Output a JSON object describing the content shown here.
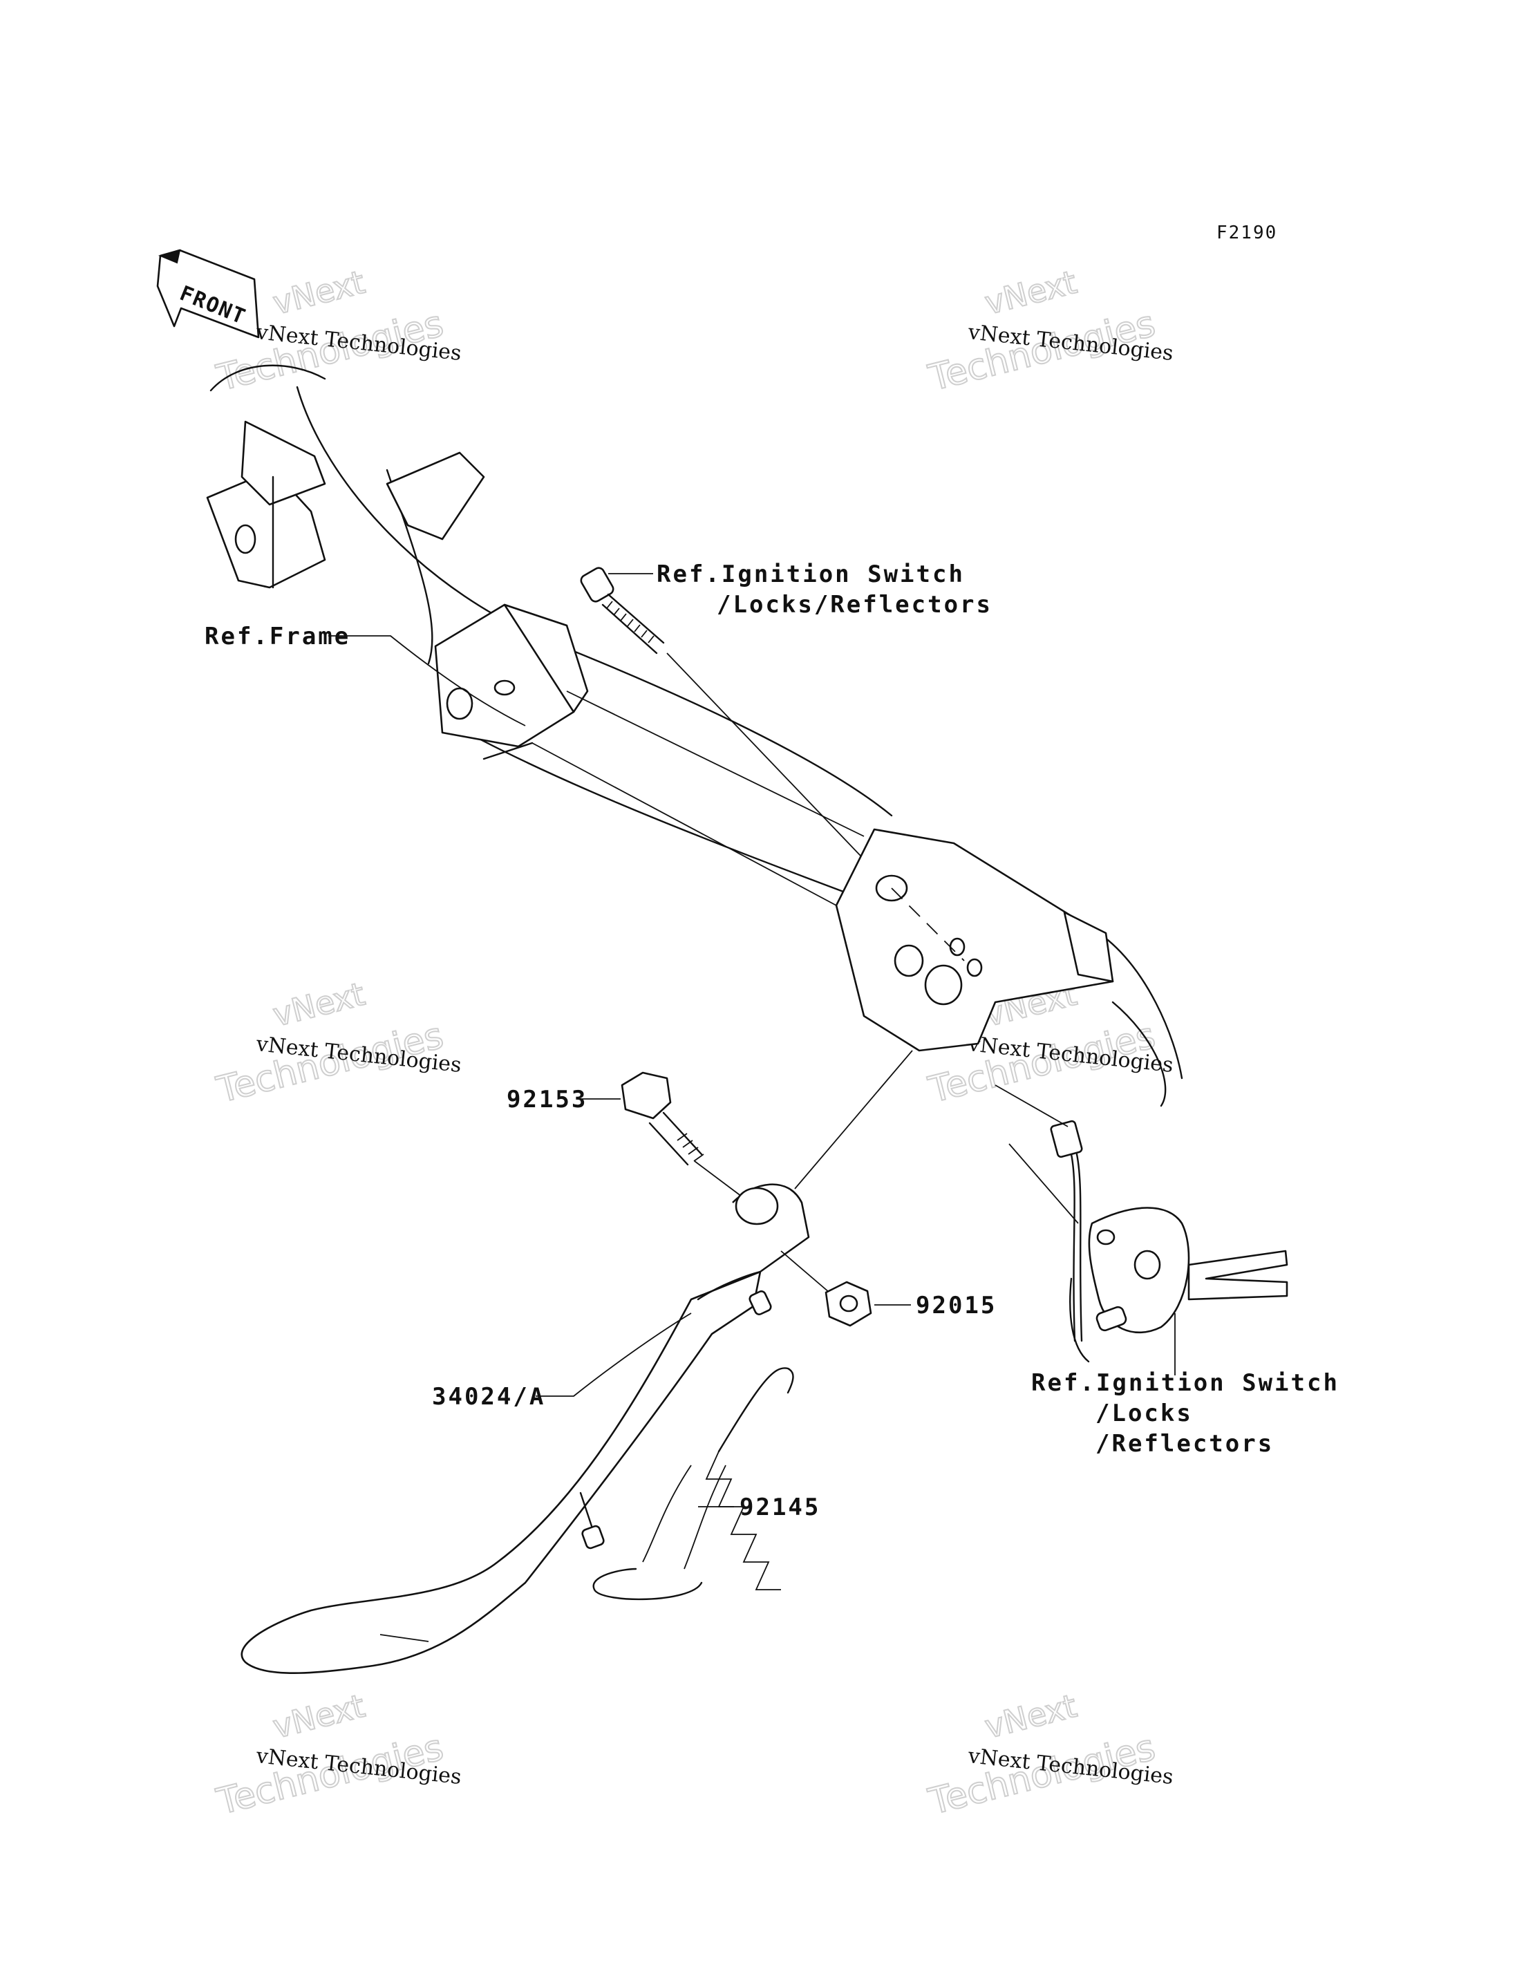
{
  "diagram": {
    "figure_code": "F2190",
    "front_badge": "FRONT",
    "watermark": {
      "small_text": "vNext Technologies",
      "large_top": "vNext",
      "large_bottom": "Technologies"
    },
    "labels": {
      "ref_ignition_top_line1": "Ref.Ignition Switch",
      "ref_ignition_top_line2": "/Locks/Reflectors",
      "ref_frame": "Ref.Frame",
      "part_92153": "92153",
      "part_92015": "92015",
      "part_34024A": "34024/A",
      "part_92145": "92145",
      "ref_ignition_bottom_line1": "Ref.Ignition Switch",
      "ref_ignition_bottom_line2": "/Locks",
      "ref_ignition_bottom_line3": "/Reflectors"
    }
  }
}
